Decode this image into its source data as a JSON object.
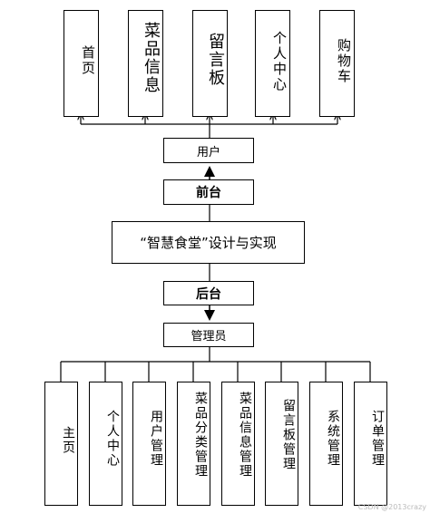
{
  "top_modules": [
    "首页",
    "菜品信息",
    "留言板",
    "个人中心",
    "购物车"
  ],
  "user_label": "用户",
  "front_label": "前台",
  "system_title": "“智慧食堂”设计与实现",
  "back_label": "后台",
  "admin_label": "管理员",
  "bottom_modules": [
    "主页",
    "个人中心",
    "用户管理",
    "菜品分类管理",
    "菜品信息管理",
    "留言板管理",
    "系统管理",
    "订单管理"
  ],
  "watermark": "CSDN @2013crazy"
}
